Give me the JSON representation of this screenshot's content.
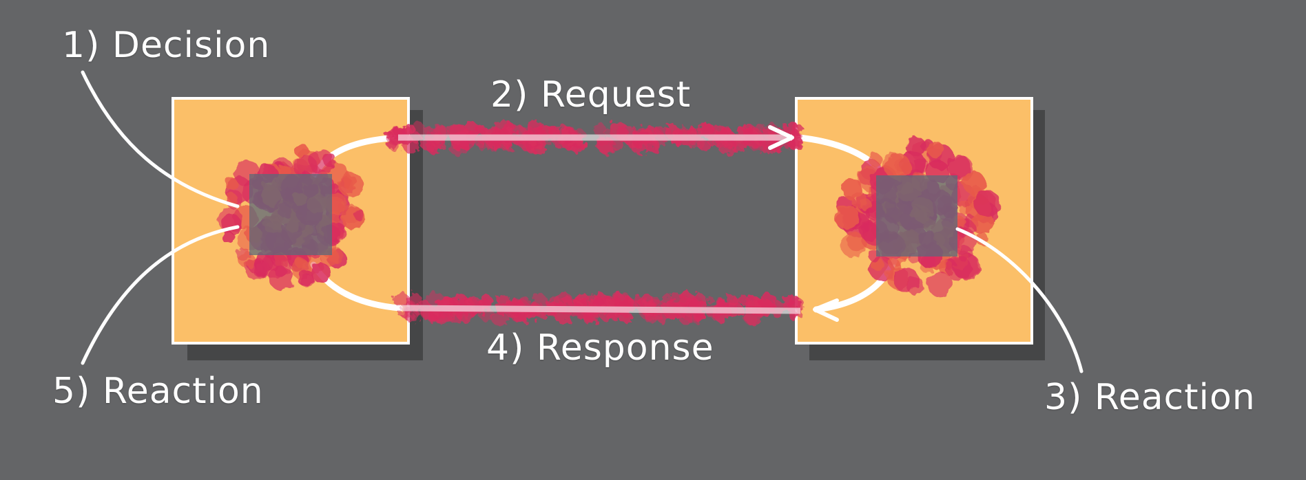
{
  "labels": {
    "decision": "1) Decision",
    "request": "2) Request",
    "reaction_right": "3) Reaction",
    "response": "4) Response",
    "reaction_left": "5) Reaction"
  },
  "colors": {
    "background": "#646567",
    "box_fill": "#fbbf68",
    "box_border": "#ffffff",
    "center_square": "#5c6a7a",
    "splash": "#d92d5e",
    "splash_orange": "#e85a4a",
    "arrow": "#ffffff",
    "shadow": "#3d3e40"
  },
  "icons": {
    "request_arrow": "arrow-right-icon",
    "response_arrow": "arrow-left-icon"
  }
}
